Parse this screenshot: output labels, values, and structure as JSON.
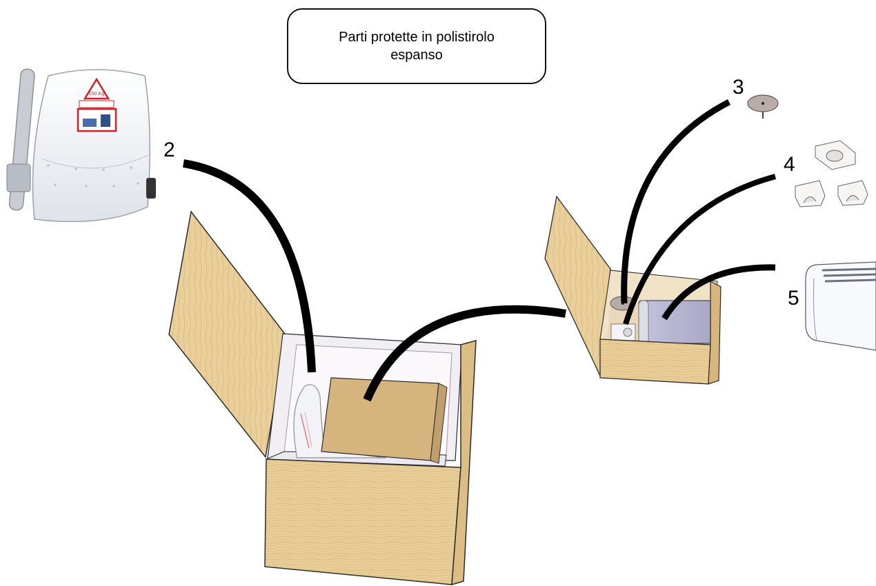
{
  "callout": {
    "text": "Parti protette in polistirolo espanso"
  },
  "labels": {
    "seat": "2",
    "disc": "3",
    "blocks": "4",
    "cover": "5"
  },
  "seat_warning": {
    "weight": "150 Kg"
  },
  "colors": {
    "wood": "#e7cb93",
    "wood_dark": "#c9a86b",
    "inner_box": "#d6b47e",
    "liner": "#f1eef4",
    "seat_white": "#f4f6f9",
    "metal": "#c0c3c9",
    "cover_purple": "#b7b5d2",
    "warning_red": "#d51f26",
    "leader": "#000000"
  }
}
